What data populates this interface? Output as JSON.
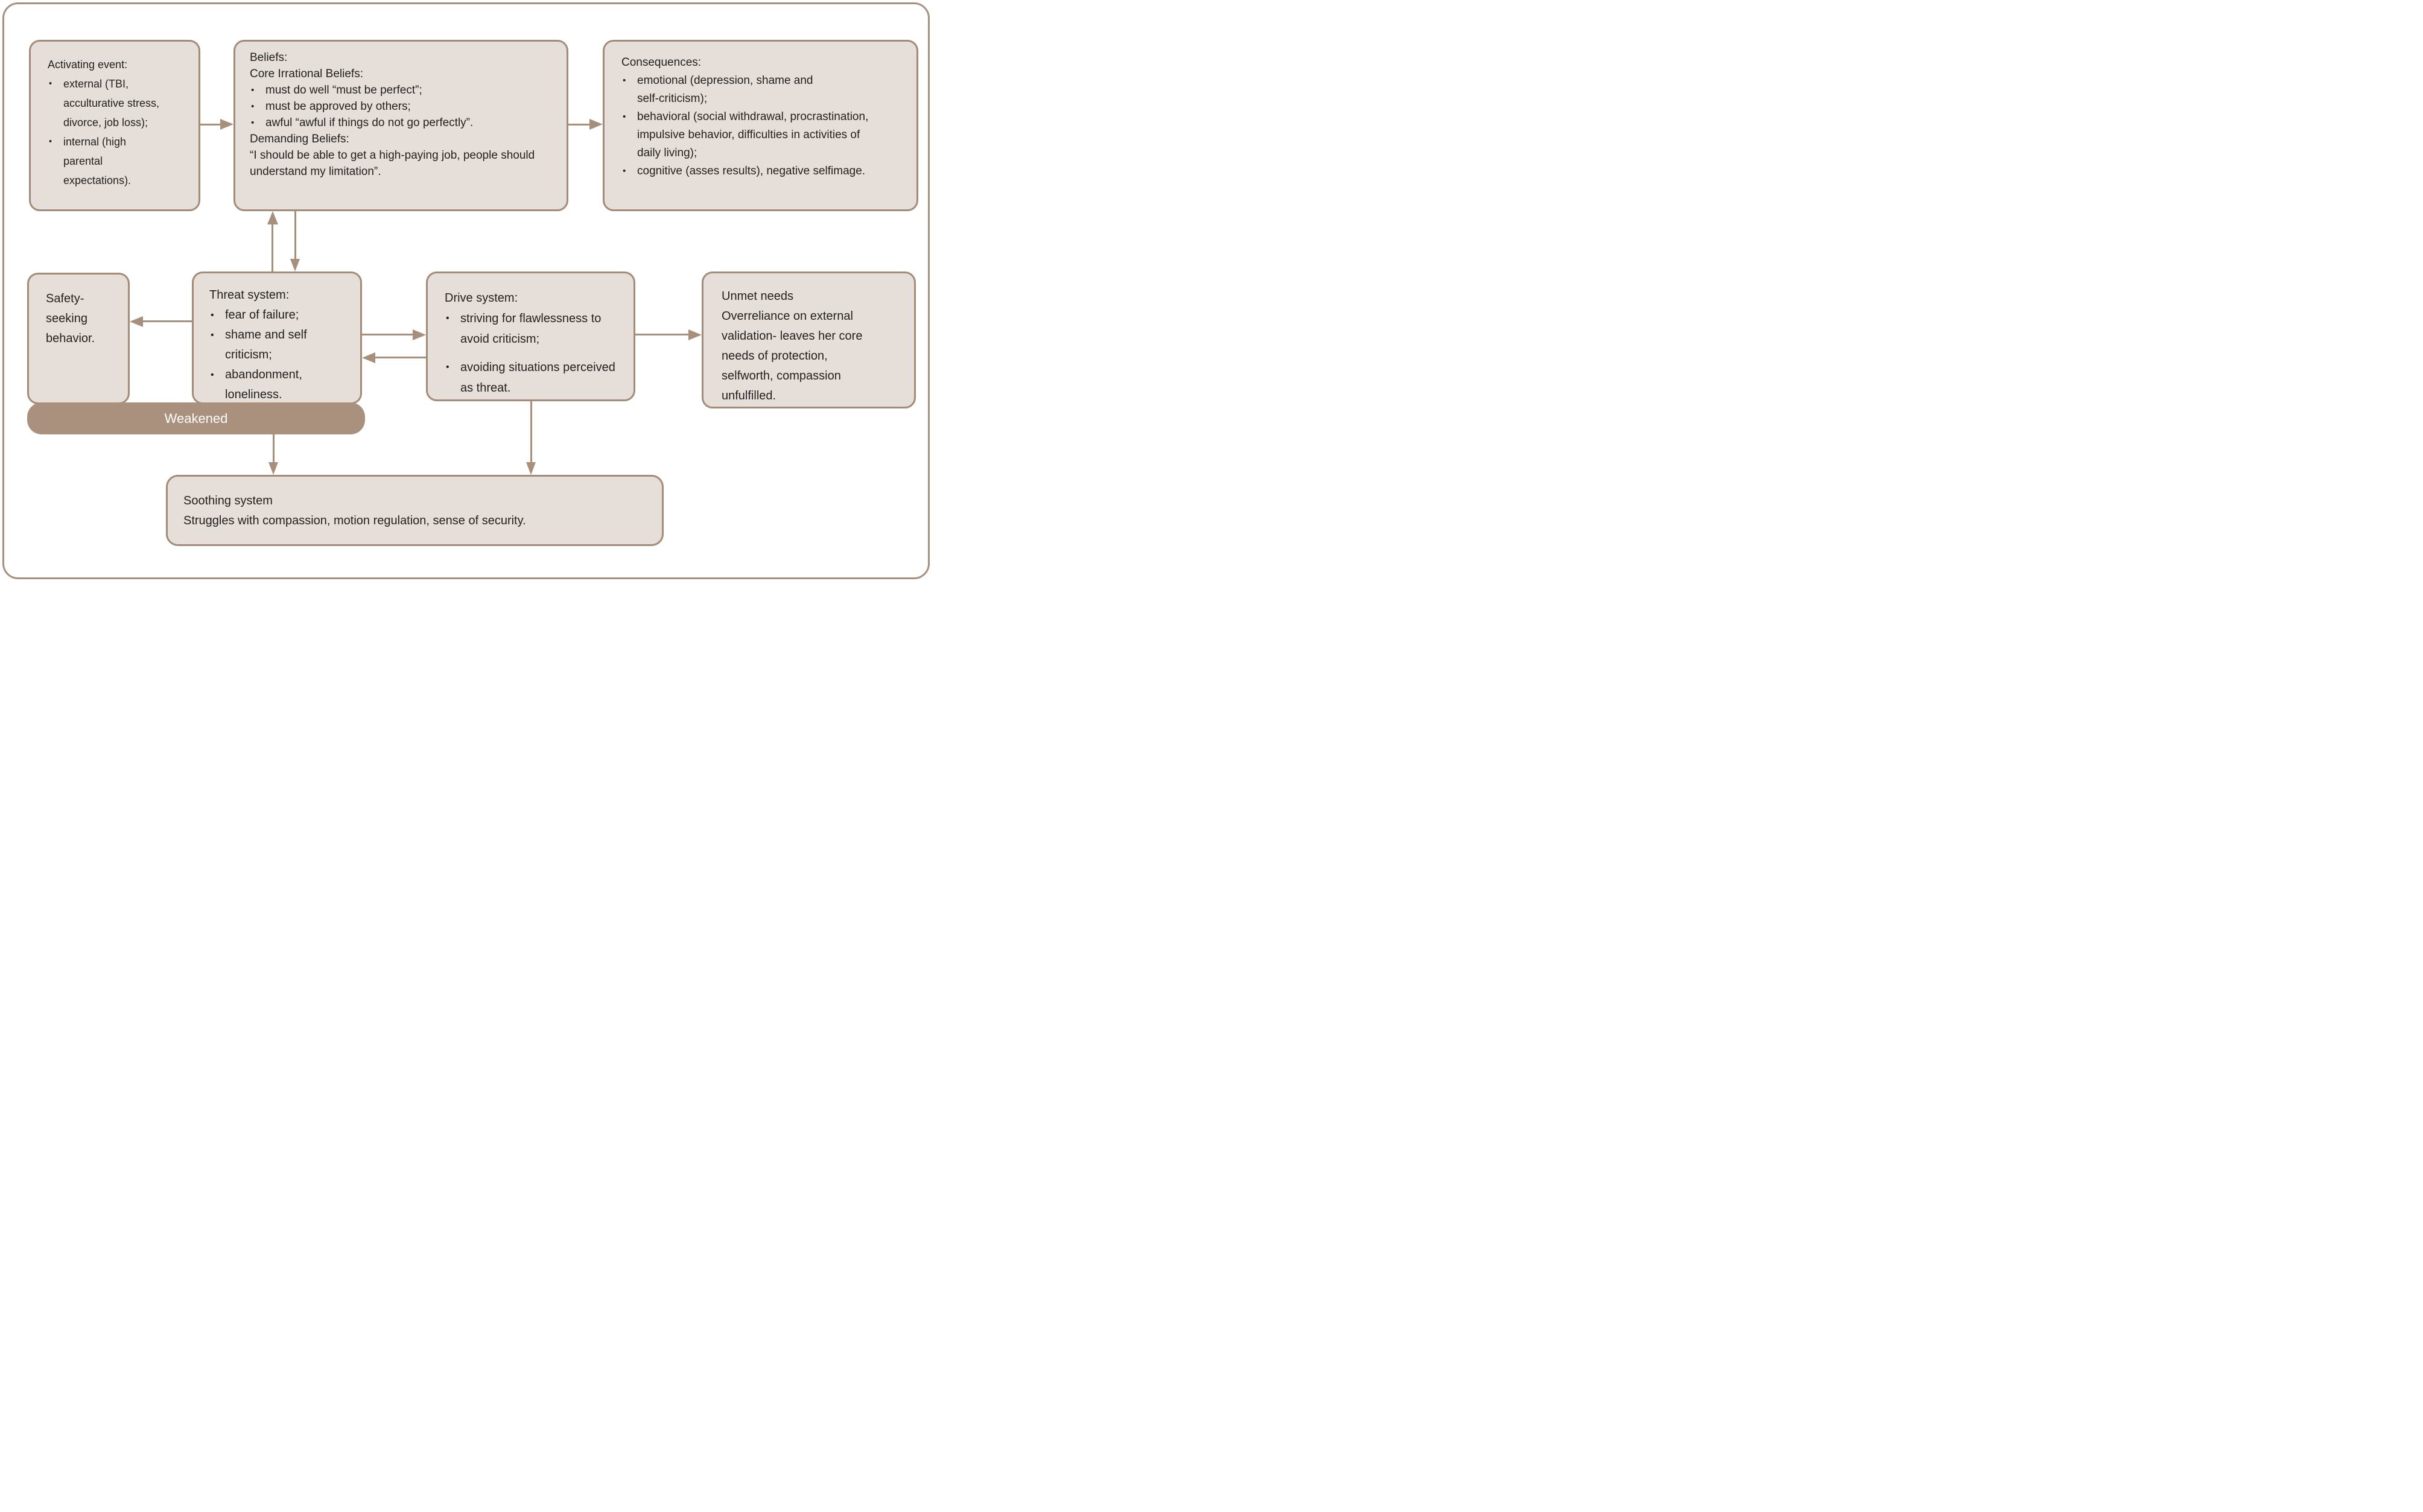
{
  "figure": {
    "type": "flow-diagram",
    "description": "ABC / compassion-focused systems diagram"
  },
  "boxes": {
    "activating": {
      "title": "Activating event:",
      "bullets": [
        "external (TBI, acculturative stress, divorce, job loss);",
        "internal (high parental expectations)."
      ]
    },
    "beliefs": {
      "title": "Beliefs:",
      "section1": "Core Irrational Beliefs:",
      "bullets": [
        "must do well “must be perfect”;",
        "must be approved by others;",
        "awful “awful if things do not go perfectly”."
      ],
      "section2": "Demanding Beliefs:",
      "quote": "“I should be able to get a high-paying job, people should understand my limitation”."
    },
    "consequences": {
      "title": "Consequences:",
      "bullets": [
        "emotional (depression, shame and self‑criticism);",
        "behavioral (social withdrawal, procrastination, impulsive behavior, difficulties in activities of daily living);",
        "cognitive (asses results), negative selfimage."
      ]
    },
    "safety": {
      "title": "Safety-seeking behavior."
    },
    "threat": {
      "title": "Threat system:",
      "bullets": [
        "fear of failure;",
        "shame and self criticism;",
        "abandonment, loneliness."
      ]
    },
    "drive": {
      "title": "Drive system:",
      "bullets": [
        "striving for flawlessness to avoid criticism;",
        "avoiding situations perceived as threat."
      ]
    },
    "unmet": {
      "line1": "Unmet needs",
      "line2": "Overreliance on external validation- leaves her core needs of protection, selfworth, compassion unfulfilled."
    },
    "weakened": {
      "label": "Weakened"
    },
    "soothing": {
      "line1": "Soothing system",
      "line2": "Struggles with compassion, motion regulation, sense of security."
    }
  },
  "colors": {
    "box_fill": "#e6dfd9",
    "box_border": "#a38b77",
    "arrow": "#a78f7b",
    "weakened_fill": "#a9917e",
    "weakened_text": "#ffffff",
    "text": "#232020",
    "background": "#ffffff",
    "outer_frame": "#a8907c"
  }
}
